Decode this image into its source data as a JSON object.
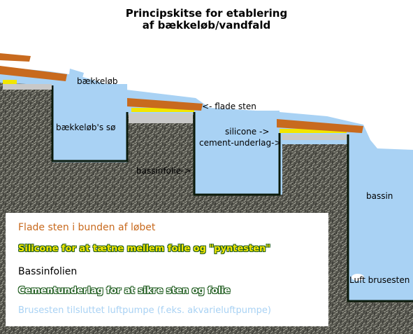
{
  "title": {
    "line1": "Principskitse for etablering",
    "line2": "af bækkeløb/vandfald"
  },
  "labels": {
    "stream": "bækkeløb",
    "pond": "bækkeløb's sø",
    "flat_stone": "<- flade sten",
    "liner": "bassinfolie->",
    "silicone": "silicone ->",
    "cement": "cement-underlag->",
    "basin": "bassin",
    "air_stone": "Luft brusesten"
  },
  "legend": [
    {
      "text": "Flade sten i bunden af løbet",
      "color": "#c86a1e"
    },
    {
      "text": "Silicone for at tætne mellem foile og \"pyntesten\"",
      "color": "#f2e600"
    },
    {
      "text": "Bassinfolien",
      "color": "#000000"
    },
    {
      "text": "Cementunderlag for at sikre sten og folie",
      "color": "#ffffff"
    },
    {
      "text": "Brusesten tilsluttet luftpumpe (f.eks. akvarieluftpumpe)",
      "color": "#a9d2f4"
    }
  ],
  "colors": {
    "water": "#a9d2f4",
    "stone": "#c86a1e",
    "silicone": "#f2e600",
    "cement": "#c8c8c8",
    "liner": "#0b1a0b",
    "ground": "#5a5a52"
  }
}
